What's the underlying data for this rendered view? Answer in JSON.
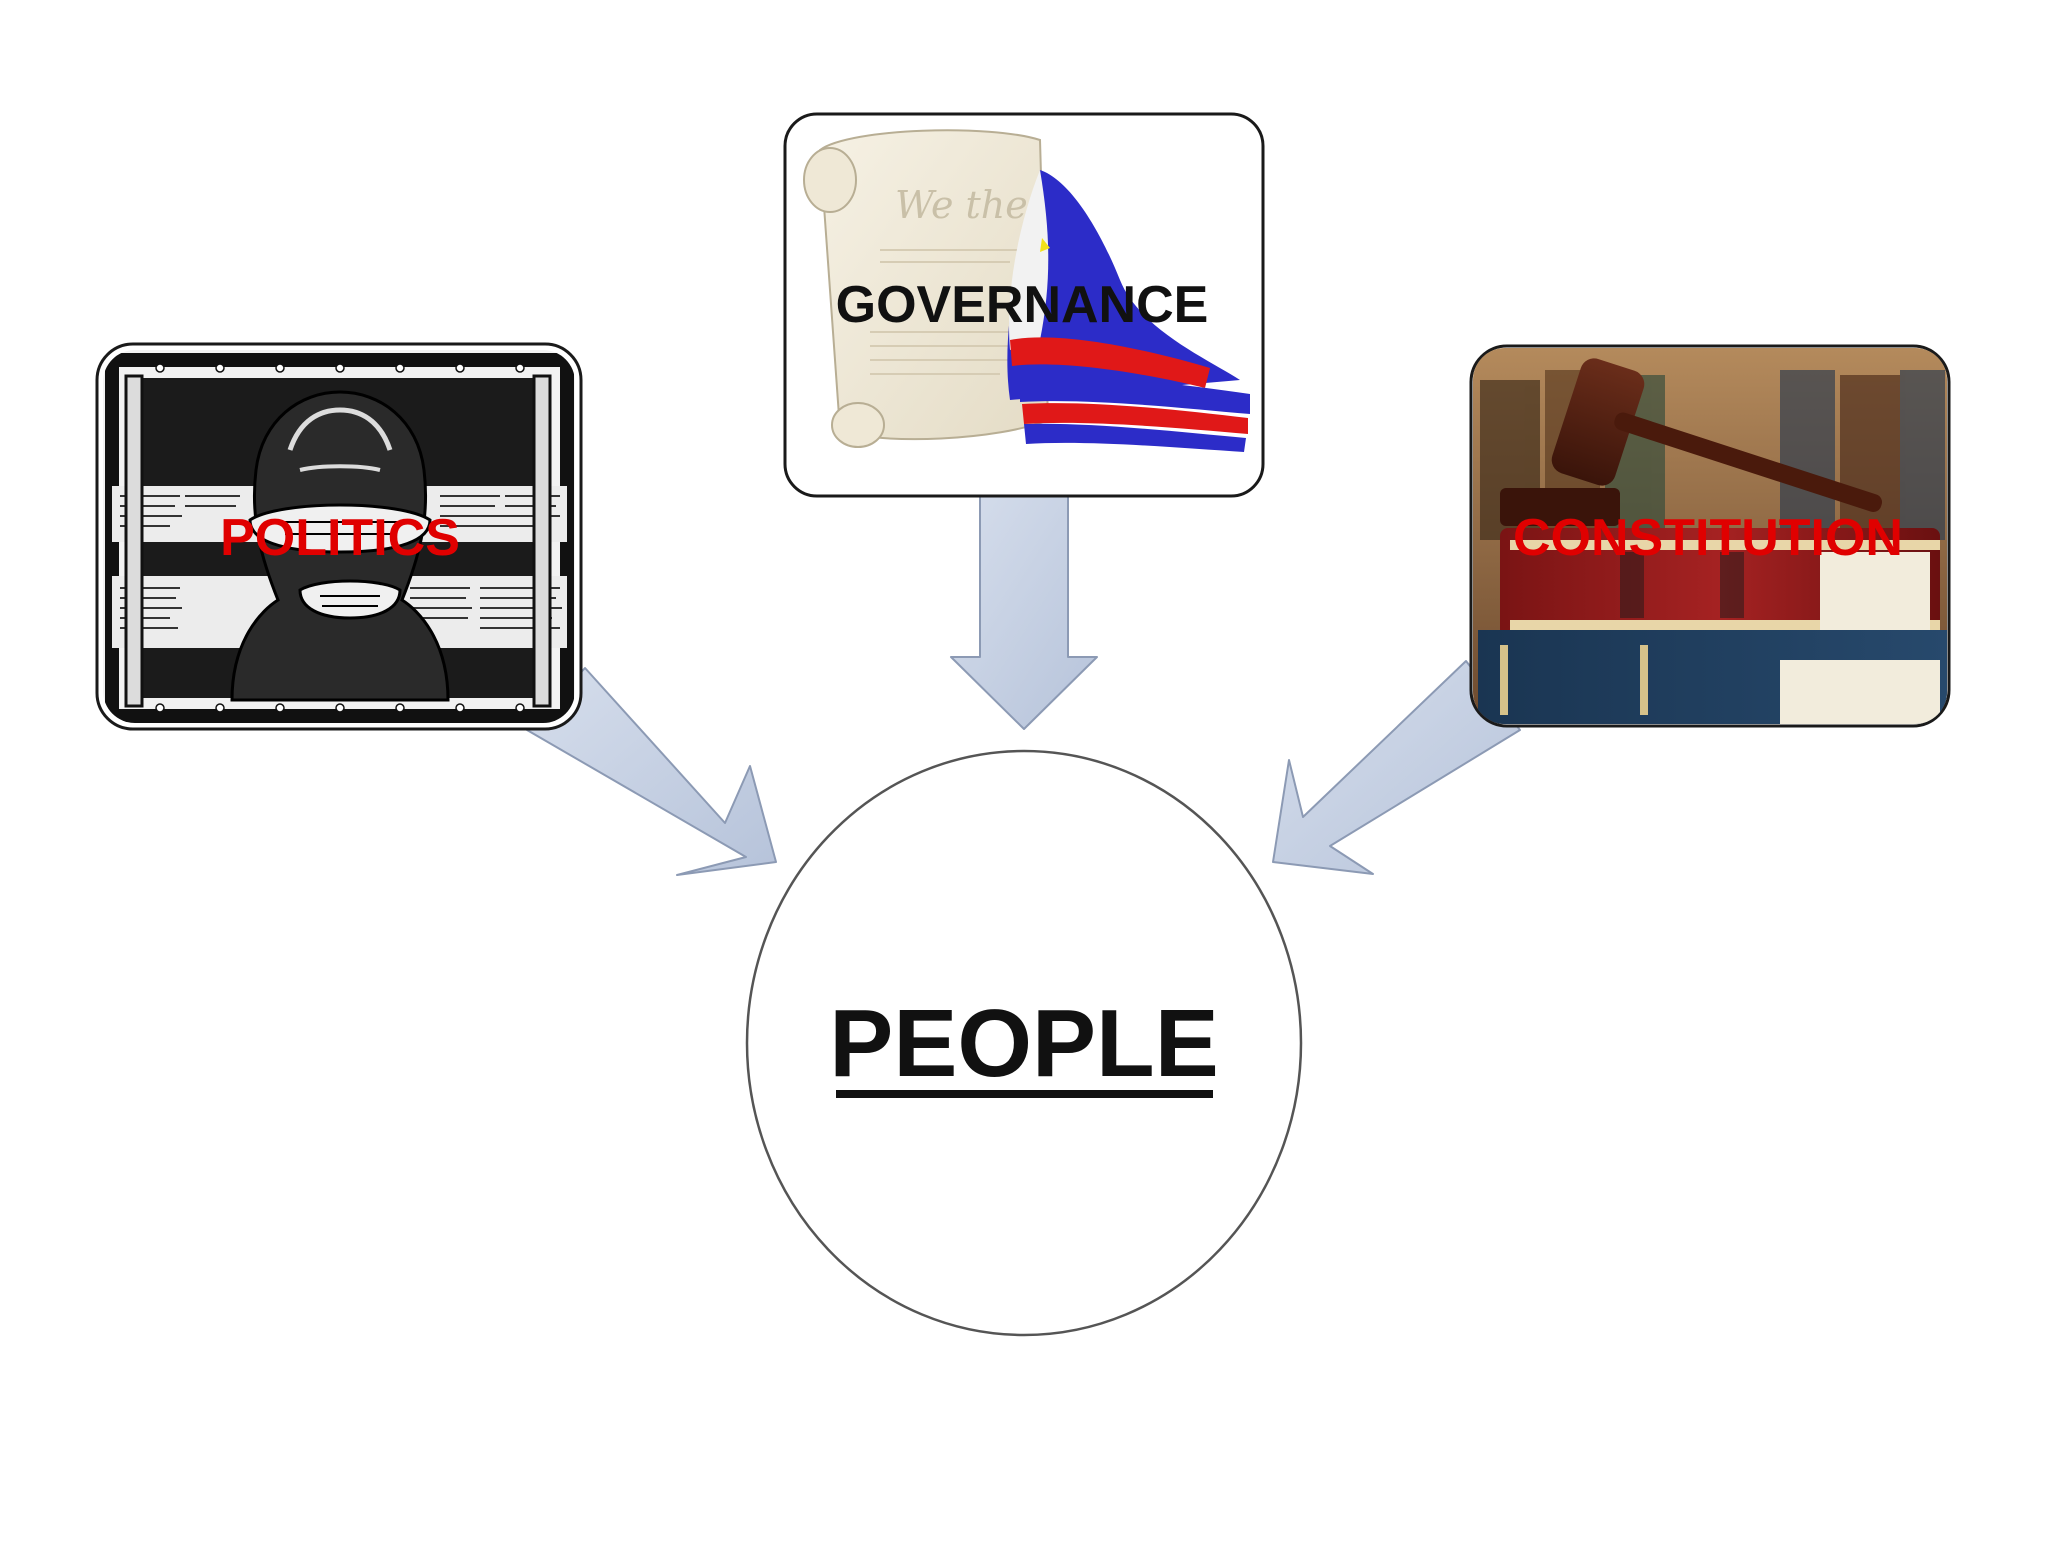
{
  "diagram": {
    "center": {
      "label": "PEOPLE"
    },
    "nodes": [
      {
        "id": "politics",
        "label": "POLITICS",
        "label_color": "#e00000",
        "image_subject": "censorship woodcut illustration"
      },
      {
        "id": "governance",
        "label": "GOVERNANCE",
        "label_color": "#111111",
        "image_subject": "We the People scroll with Philippine flag"
      },
      {
        "id": "constitution",
        "label": "CONSTITUTION",
        "label_color": "#e00000",
        "image_subject": "gavel on law books"
      }
    ],
    "edges": [
      {
        "from": "politics",
        "to": "people"
      },
      {
        "from": "governance",
        "to": "people"
      },
      {
        "from": "constitution",
        "to": "people"
      }
    ],
    "colors": {
      "arrow_fill": "#c4d0e4",
      "arrow_stroke": "#8c9ab4",
      "box_border": "#1a1a1a",
      "circle_border": "#555555",
      "flag_blue": "#2c2cc8",
      "flag_red": "#e01818",
      "flag_yellow": "#f2e21a"
    }
  }
}
